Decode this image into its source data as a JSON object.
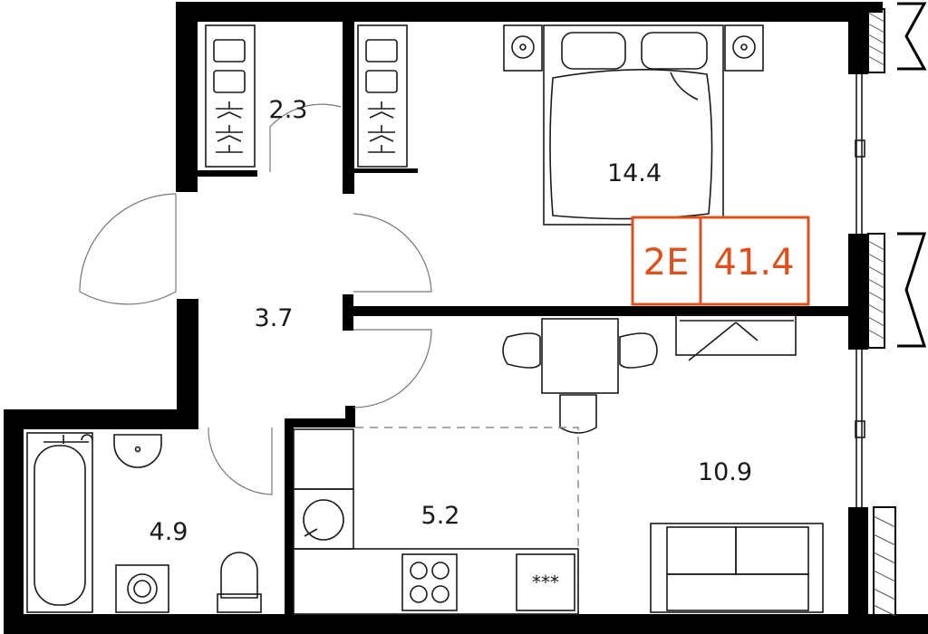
{
  "plan": {
    "unit_type": "2E",
    "total_area": "41.4",
    "accent_color": "#E0501C",
    "rooms": {
      "wardrobe": "2.3",
      "bedroom": "14.4",
      "hall": "3.7",
      "living": "10.9",
      "kitchen": "5.2",
      "bathroom": "4.9"
    },
    "stove_label": "***"
  }
}
